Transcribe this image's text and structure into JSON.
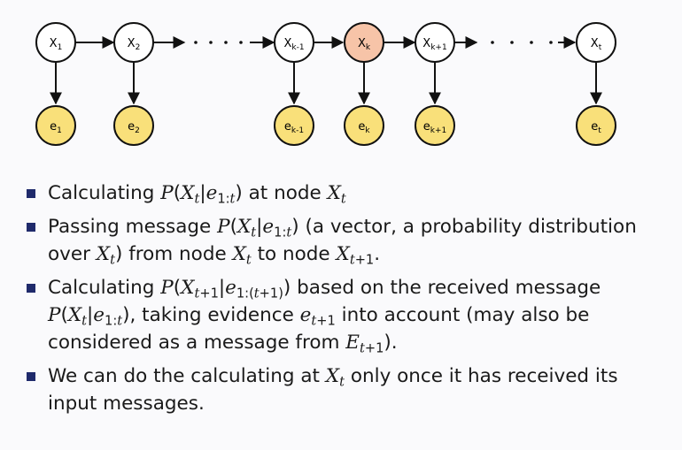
{
  "diagram": {
    "state_nodes": [
      {
        "base": "X",
        "sub": "1",
        "highlight": false
      },
      {
        "base": "X",
        "sub": "2",
        "highlight": false
      },
      {
        "base": "X",
        "sub": "k-1",
        "highlight": false
      },
      {
        "base": "X",
        "sub": "k",
        "highlight": true
      },
      {
        "base": "X",
        "sub": "k+1",
        "highlight": false
      },
      {
        "base": "X",
        "sub": "t",
        "highlight": false
      }
    ],
    "evidence_nodes": [
      {
        "base": "e",
        "sub": "1"
      },
      {
        "base": "e",
        "sub": "2"
      },
      {
        "base": "e",
        "sub": "k-1"
      },
      {
        "base": "e",
        "sub": "k"
      },
      {
        "base": "e",
        "sub": "k+1"
      },
      {
        "base": "e",
        "sub": "t"
      }
    ],
    "colors": {
      "state_fill": "#ffffff",
      "highlight_fill": "#f7c4a8",
      "evidence_fill": "#f9e07a",
      "stroke": "#111111",
      "bullet": "#1f2a6b"
    }
  },
  "bullets": {
    "b1": {
      "t1": "Calculating ",
      "P": "P",
      "lp": "(",
      "X": "X",
      "t_sub": "t",
      "bar": "|",
      "e": "e",
      "range": "1:",
      "t": "t",
      "rp": ")",
      "at_node": " at node ",
      "X2": "X",
      "t2": "t"
    },
    "b2": {
      "t1": "Passing message ",
      "P": "P",
      "lp": "(",
      "X": "X",
      "t_sub": "t",
      "bar": "|",
      "e": "e",
      "range": "1:",
      "t": "t",
      "rp": ")",
      "t2": " (a vector, a probability distribution over ",
      "X2": "X",
      "t3": "t",
      "t4": ") from node ",
      "X3": "X",
      "t5": "t",
      "t6": " to node ",
      "X4": "X",
      "t7": "t",
      "plus": "+1",
      "t8": "."
    },
    "b3": {
      "t1": "Calculating ",
      "P": "P",
      "lp": "(",
      "X": "X",
      "t": "t",
      "plus": "+1",
      "bar": "|",
      "e": "e",
      "range": "1:(",
      "t2": "t",
      "plus2": "+1)",
      "rp": ")",
      "t3": " based on the received message ",
      "P2": "P",
      "lp2": "(",
      "X2": "X",
      "t4": "t",
      "bar2": "|",
      "e2": "e",
      "range2": "1:",
      "t5": "t",
      "rp2": ")",
      "t6": ", taking evidence ",
      "e3": "e",
      "t7": "t",
      "plus3": "+1",
      "t8": " into account (may also be considered as a message from ",
      "E": "E",
      "t9": "t",
      "plus4": "+1",
      "t10": ")."
    },
    "b4": {
      "t1": "We can do the calculating at ",
      "X": "X",
      "t": "t",
      "t2": " only once it has received its input messages."
    }
  }
}
